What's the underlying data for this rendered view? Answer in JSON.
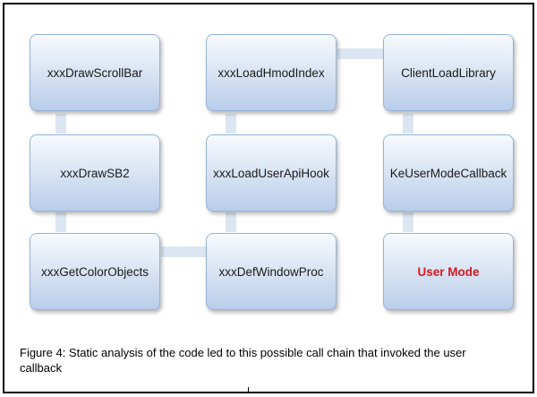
{
  "diagram": {
    "nodes": [
      {
        "id": "n1",
        "label": "xxxDrawScrollBar"
      },
      {
        "id": "n2",
        "label": "xxxLoadHmodIndex"
      },
      {
        "id": "n3",
        "label": "ClientLoadLibrary"
      },
      {
        "id": "n4",
        "label": "xxxDrawSB2"
      },
      {
        "id": "n5",
        "label": "xxxLoadUserApiHook"
      },
      {
        "id": "n6",
        "label": "KeUserModeCallback"
      },
      {
        "id": "n7",
        "label": "xxxGetColorObjects"
      },
      {
        "id": "n8",
        "label": "xxxDefWindowProc"
      },
      {
        "id": "n9",
        "label": "User Mode"
      }
    ],
    "edges": [
      [
        "n1",
        "n4"
      ],
      [
        "n4",
        "n7"
      ],
      [
        "n7",
        "n8"
      ],
      [
        "n8",
        "n5"
      ],
      [
        "n5",
        "n2"
      ],
      [
        "n2",
        "n3"
      ],
      [
        "n3",
        "n6"
      ],
      [
        "n6",
        "n9"
      ]
    ],
    "colors": {
      "box_border": "#95b3d7",
      "connector": "#dce6f2",
      "highlight_text": "#d81920"
    }
  },
  "caption": "Figure 4: Static analysis of the code led to this possible call chain that invoked the user callback"
}
